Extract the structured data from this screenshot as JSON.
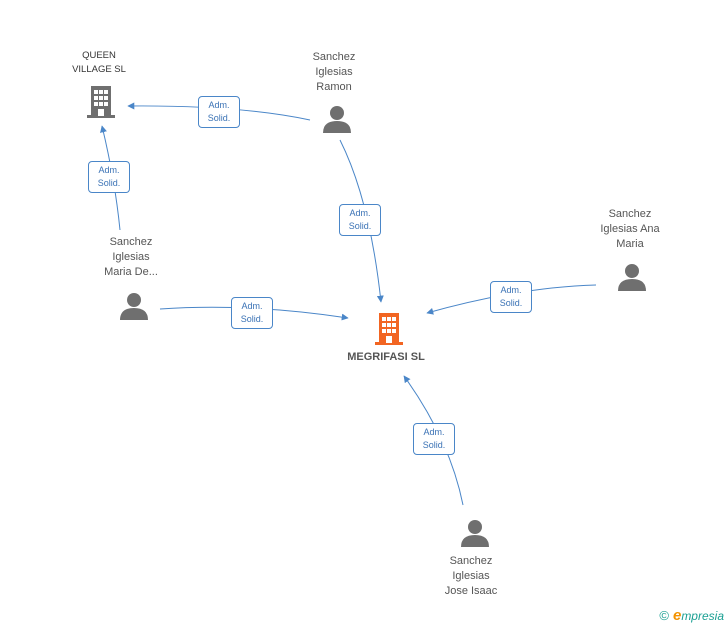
{
  "nodes": {
    "queen_village": {
      "label_line1": "QUEEN",
      "label_line2": "VILLAGE SL",
      "type": "company"
    },
    "megrifasi": {
      "label": "MEGRIFASI SL",
      "type": "company",
      "highlight": true
    },
    "sanchez_ramon": {
      "line1": "Sanchez",
      "line2": "Iglesias",
      "line3": "Ramon",
      "type": "person"
    },
    "sanchez_maria_de": {
      "line1": "Sanchez",
      "line2": "Iglesias",
      "line3": "Maria De...",
      "type": "person"
    },
    "sanchez_ana_maria": {
      "line1": "Sanchez",
      "line2": "Iglesias Ana",
      "line3": "Maria",
      "type": "person"
    },
    "sanchez_jose_isaac": {
      "line1": "Sanchez",
      "line2": "Iglesias",
      "line3": "Jose Isaac",
      "type": "person"
    }
  },
  "edges": [
    {
      "id": "ramon-queen",
      "from": "sanchez_ramon",
      "to": "queen_village",
      "line1": "Adm.",
      "line2": "Solid."
    },
    {
      "id": "mariade-queen",
      "from": "sanchez_maria_de",
      "to": "queen_village",
      "line1": "Adm.",
      "line2": "Solid."
    },
    {
      "id": "ramon-megrifasi",
      "from": "sanchez_ramon",
      "to": "megrifasi",
      "line1": "Adm.",
      "line2": "Solid."
    },
    {
      "id": "mariade-megrifasi",
      "from": "sanchez_maria_de",
      "to": "megrifasi",
      "line1": "Adm.",
      "line2": "Solid."
    },
    {
      "id": "ana-megrifasi",
      "from": "sanchez_ana_maria",
      "to": "megrifasi",
      "line1": "Adm.",
      "line2": "Solid."
    },
    {
      "id": "jose-megrifasi",
      "from": "sanchez_jose_isaac",
      "to": "megrifasi",
      "line1": "Adm.",
      "line2": "Solid."
    }
  ],
  "colors": {
    "edge": "#4a86c8",
    "person_icon": "#6f6f6f",
    "company_icon": "#6f6f6f",
    "highlight_company_icon": "#f26522"
  },
  "footer": {
    "copyright": "©",
    "brand_first": "e",
    "brand_rest": "mpresia"
  }
}
